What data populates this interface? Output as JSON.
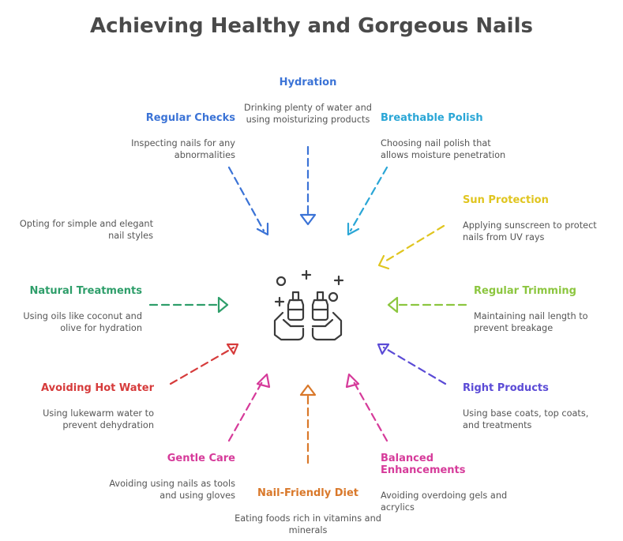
{
  "title": "Achieving Healthy and Gorgeous Nails",
  "items": {
    "hydration": {
      "label": "Hydration",
      "desc": "Drinking plenty of water and using moisturizing products",
      "color": "#3b73d6"
    },
    "regular_checks": {
      "label": "Regular Checks",
      "desc": "Inspecting nails for any abnormalities",
      "color": "#3b73d6"
    },
    "breathable_polish": {
      "label": "Breathable Polish",
      "desc": "Choosing nail polish that allows moisture penetration",
      "color": "#2aa6d6"
    },
    "simple_styles": {
      "label": "",
      "desc": "Opting for simple and elegant nail styles",
      "color": "#6e6e6e"
    },
    "sun_protection": {
      "label": "Sun Protection",
      "desc": "Applying sunscreen to protect nails from UV rays",
      "color": "#e0c51f"
    },
    "natural_treatments": {
      "label": "Natural Treatments",
      "desc": "Using oils like coconut and olive for hydration",
      "color": "#2e9e6a"
    },
    "regular_trimming": {
      "label": "Regular Trimming",
      "desc": "Maintaining nail length to prevent breakage",
      "color": "#8cc63f"
    },
    "avoiding_hot_water": {
      "label": "Avoiding Hot Water",
      "desc": "Using lukewarm water to prevent dehydration",
      "color": "#d63b3b"
    },
    "right_products": {
      "label": "Right Products",
      "desc": "Using base coats, top coats, and treatments",
      "color": "#5b4bd6"
    },
    "gentle_care": {
      "label": "Gentle Care",
      "desc": "Avoiding using nails as tools and using gloves",
      "color": "#d63b9a"
    },
    "balanced_enhancements": {
      "label": "Balanced Enhancements",
      "desc": "Avoiding overdoing gels and acrylics",
      "color": "#d63b9a"
    },
    "nail_friendly_diet": {
      "label": "Nail-Friendly Diet",
      "desc": "Eating foods rich in vitamins and minerals",
      "color": "#d9782a"
    }
  },
  "center_icon": "nail-polish-hands-icon"
}
